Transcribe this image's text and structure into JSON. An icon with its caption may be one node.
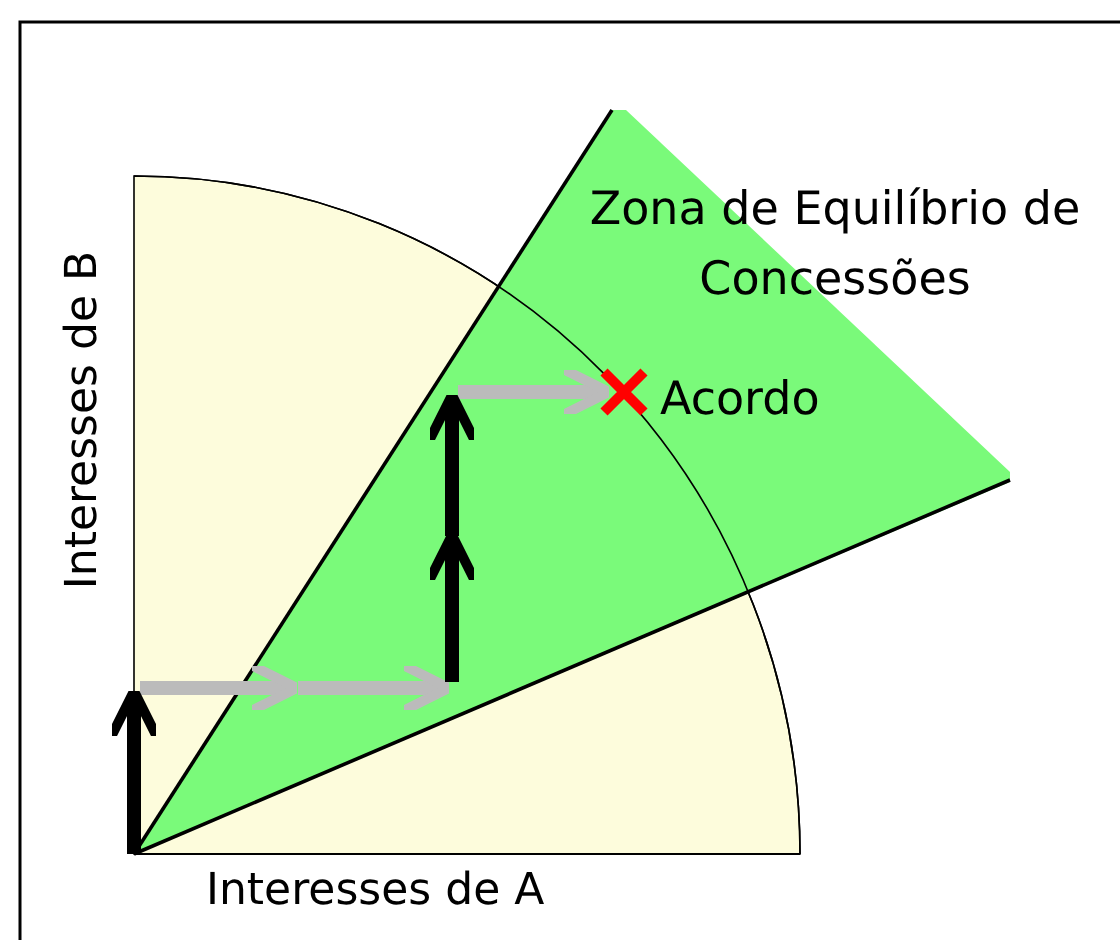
{
  "diagram": {
    "labels": [
      "Interesses de B",
      "Zona de Equilíbrio de Concessões",
      "Acordo",
      "Interesses de A"
    ]
  }
}
